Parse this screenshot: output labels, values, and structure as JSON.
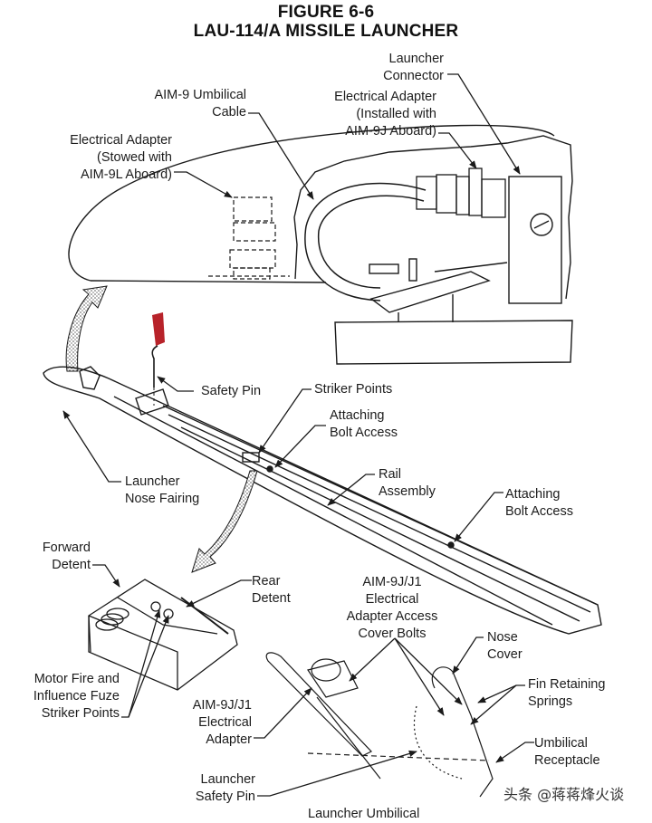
{
  "figure": {
    "number": "FIGURE 6-6",
    "title": "LAU-114/A MISSILE LAUNCHER"
  },
  "labels": {
    "launcher_connector": [
      "Launcher",
      "Connector"
    ],
    "umbilical_cable": [
      "AIM-9 Umbilical",
      "Cable"
    ],
    "adapter_installed": [
      "Electrical Adapter",
      "(Installed with",
      "AIM-9J Aboard)"
    ],
    "adapter_stowed": [
      "Electrical Adapter",
      "(Stowed with",
      "AIM-9L Aboard)"
    ],
    "safety_pin": [
      "Safety Pin"
    ],
    "striker_points": [
      "Striker Points"
    ],
    "attaching_bolt_access_1": [
      "Attaching",
      "Bolt Access"
    ],
    "nose_fairing": [
      "Launcher",
      "Nose Fairing"
    ],
    "rail_assembly": [
      "Rail",
      "Assembly"
    ],
    "attaching_bolt_access_2": [
      "Attaching",
      "Bolt Access"
    ],
    "forward_detent": [
      "Forward",
      "Detent"
    ],
    "rear_detent": [
      "Rear",
      "Detent"
    ],
    "adapter_access_cover_bolts": [
      "AIM-9J/J1",
      "Electrical",
      "Adapter Access",
      "Cover Bolts"
    ],
    "nose_cover": [
      "Nose",
      "Cover"
    ],
    "fin_retaining_springs": [
      "Fin Retaining",
      "Springs"
    ],
    "motor_fire_striker": [
      "Motor Fire and",
      "Influence Fuze",
      "Striker Points"
    ],
    "electrical_adapter_j1": [
      "AIM-9J/J1",
      "Electrical",
      "Adapter"
    ],
    "umbilical_receptacle": [
      "Umbilical",
      "Receptacle"
    ],
    "launcher_safety_pin": [
      "Launcher",
      "Safety Pin"
    ],
    "launcher_umbilical_partial": [
      "Launcher Umbilical"
    ]
  },
  "colors": {
    "safety_pin_flag": "#b8232a",
    "line": "#1a1a1a"
  },
  "watermark": "头条 @蒋蒋烽火谈"
}
